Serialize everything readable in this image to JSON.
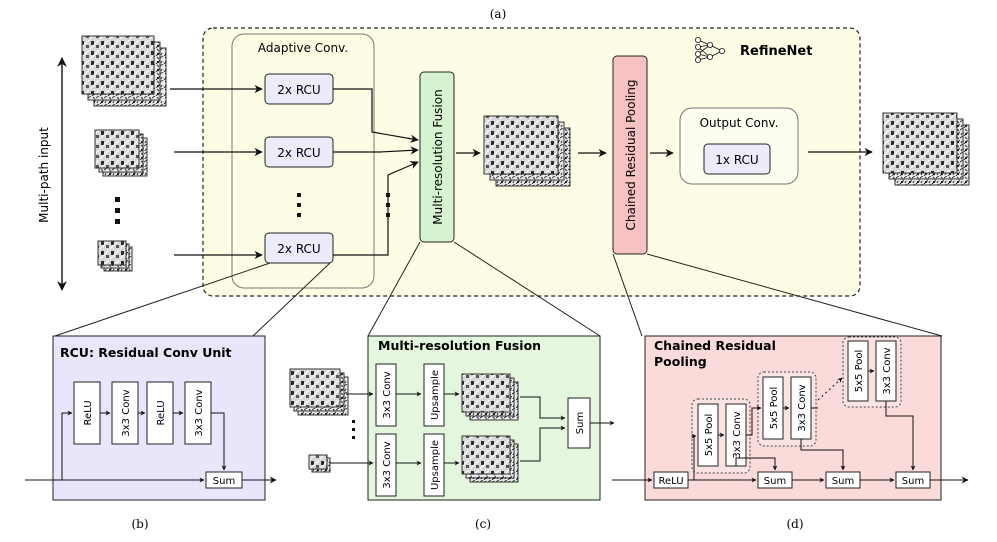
{
  "panels": {
    "a": "(a)",
    "b": "(b)",
    "c": "(c)",
    "d": "(d)"
  },
  "refinenet": {
    "title": "RefineNet",
    "adaptive_conv": "Adaptive Conv.",
    "rcu_block": "2x RCU",
    "fusion": "Multi-resolution Fusion",
    "crp": "Chained Residual Pooling",
    "output_conv": "Output Conv.",
    "output_rcu": "1x RCU",
    "input_label": "Multi-path input",
    "ellipsis": "⋮"
  },
  "rcu_panel": {
    "title": "RCU: Residual Conv Unit",
    "relu": "ReLU",
    "conv": "3x3 Conv",
    "sum": "Sum"
  },
  "fusion_panel": {
    "title": "Multi-resolution Fusion",
    "conv": "3x3 Conv",
    "upsample": "Upsample",
    "sum": "Sum"
  },
  "crp_panel": {
    "title_line1": "Chained Residual",
    "title_line2": "Pooling",
    "relu": "ReLU",
    "pool": "5x5 Pool",
    "conv": "3x3 Conv",
    "sum": "Sum"
  },
  "colors": {
    "refinenet_bg": "#fdfde6",
    "rcu_bg": "#e8e6fb",
    "block_fill": "#ecebfb",
    "fusion_bg": "#e4f7de",
    "fusion_block": "#d6f3cf",
    "crp_bg": "#fbdada",
    "crp_block": "#f6c2c2"
  },
  "icons": [
    "neural-network-icon"
  ]
}
